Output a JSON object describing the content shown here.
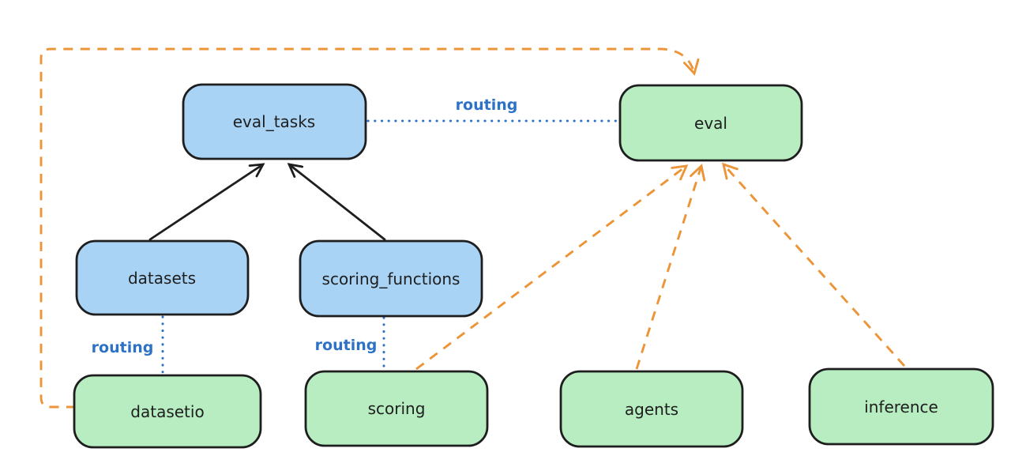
{
  "diagram": {
    "type": "flow-diagram",
    "colors": {
      "background": "#ffffff",
      "node_stroke": "#1e1e1e",
      "blue_fill": "#a9d3f5",
      "green_fill": "#b7edc1",
      "routing_blue": "#2e72c6",
      "orange_edge": "#ec9538",
      "black_edge": "#1e1e1e"
    },
    "nodes": [
      {
        "id": "eval_tasks",
        "label": "eval_tasks",
        "fill": "blue"
      },
      {
        "id": "eval",
        "label": "eval",
        "fill": "green"
      },
      {
        "id": "datasets",
        "label": "datasets",
        "fill": "blue"
      },
      {
        "id": "scoring_functions",
        "label": "scoring_functions",
        "fill": "blue"
      },
      {
        "id": "datasetio",
        "label": "datasetio",
        "fill": "green"
      },
      {
        "id": "scoring",
        "label": "scoring",
        "fill": "green"
      },
      {
        "id": "agents",
        "label": "agents",
        "fill": "green"
      },
      {
        "id": "inference",
        "label": "inference",
        "fill": "green"
      }
    ],
    "edge_labels": [
      {
        "id": "routing-eval_tasks-eval",
        "text": "routing"
      },
      {
        "id": "routing-datasets-datasetio",
        "text": "routing"
      },
      {
        "id": "routing-scoring_functions-scoring",
        "text": "routing"
      }
    ],
    "edges": [
      {
        "from": "datasets",
        "to": "eval_tasks",
        "style": "solid-black-arrow"
      },
      {
        "from": "scoring_functions",
        "to": "eval_tasks",
        "style": "solid-black-arrow"
      },
      {
        "from": "eval_tasks",
        "to": "eval",
        "style": "dotted-blue",
        "label": "routing"
      },
      {
        "from": "datasets",
        "to": "datasetio",
        "style": "dotted-blue",
        "label": "routing"
      },
      {
        "from": "scoring_functions",
        "to": "scoring",
        "style": "dotted-blue",
        "label": "routing"
      },
      {
        "from": "datasetio",
        "to": "eval",
        "style": "dashed-orange-arrow"
      },
      {
        "from": "scoring",
        "to": "eval",
        "style": "dashed-orange-arrow"
      },
      {
        "from": "agents",
        "to": "eval",
        "style": "dashed-orange-arrow"
      },
      {
        "from": "inference",
        "to": "eval",
        "style": "dashed-orange-arrow"
      }
    ]
  }
}
